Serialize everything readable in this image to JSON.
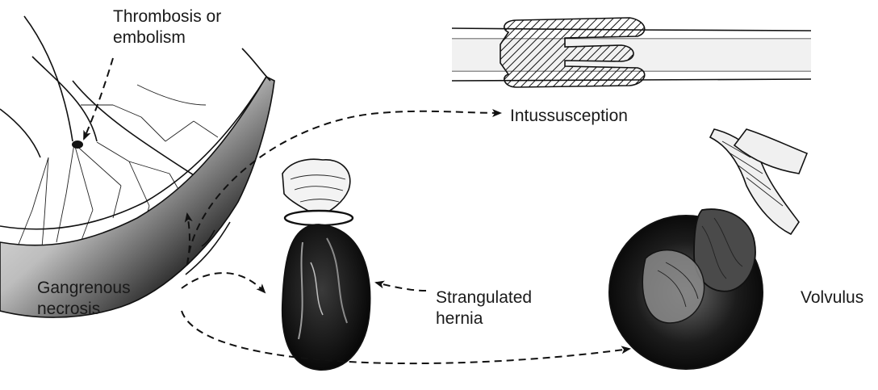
{
  "labels": {
    "thrombosis_line1": "Thrombosis or",
    "thrombosis_line2": "embolism",
    "intussusception": "Intussusception",
    "gangrenous_line1": "Gangrenous",
    "gangrenous_line2": "necrosis",
    "strangulated_line1": "Strangulated",
    "strangulated_line2": "hernia",
    "volvulus": "Volvulus"
  },
  "colors": {
    "ink": "#111111",
    "background": "#ffffff"
  }
}
